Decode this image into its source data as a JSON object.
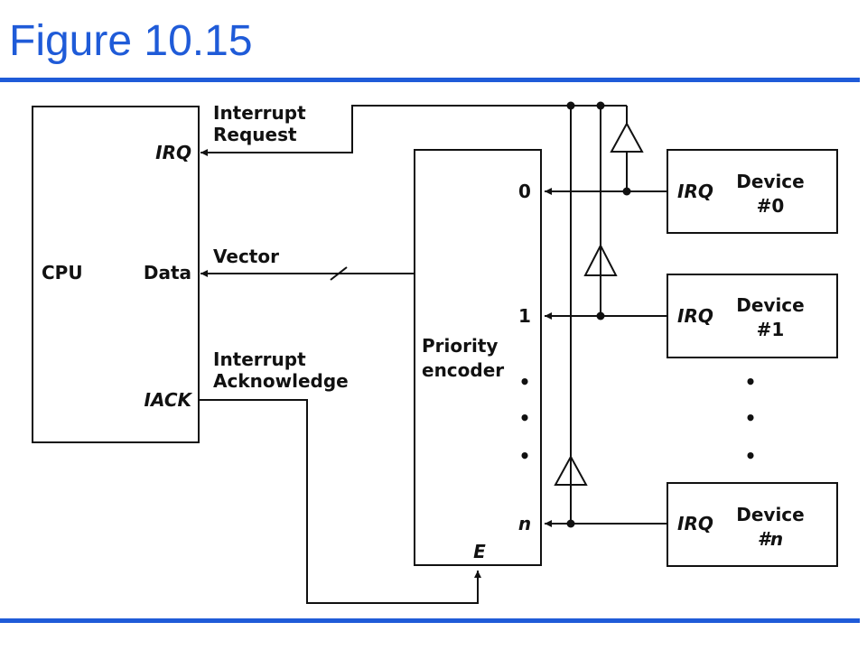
{
  "title": "Figure 10.15",
  "colors": {
    "accent": "#1f5bd8",
    "line": "#111111"
  },
  "cpu": {
    "name": "CPU",
    "irq": "IRQ",
    "data": "Data",
    "iack": "IACK"
  },
  "signals": {
    "interrupt": "Interrupt",
    "request": "Request",
    "vector": "Vector",
    "interrupt2": "Interrupt",
    "acknowledge": "Acknowledge"
  },
  "encoder": {
    "priority": "Priority",
    "encoder": "encoder",
    "in0": "0",
    "in1": "1",
    "inn": "n",
    "enable": "E",
    "dot": "•"
  },
  "devices": [
    {
      "irq": "IRQ",
      "line1": "Device",
      "line2": "#0"
    },
    {
      "irq": "IRQ",
      "line1": "Device",
      "line2": "#1"
    },
    {
      "irq": "IRQ",
      "line1": "Device",
      "line2": "#n"
    }
  ],
  "device_dot": "•"
}
